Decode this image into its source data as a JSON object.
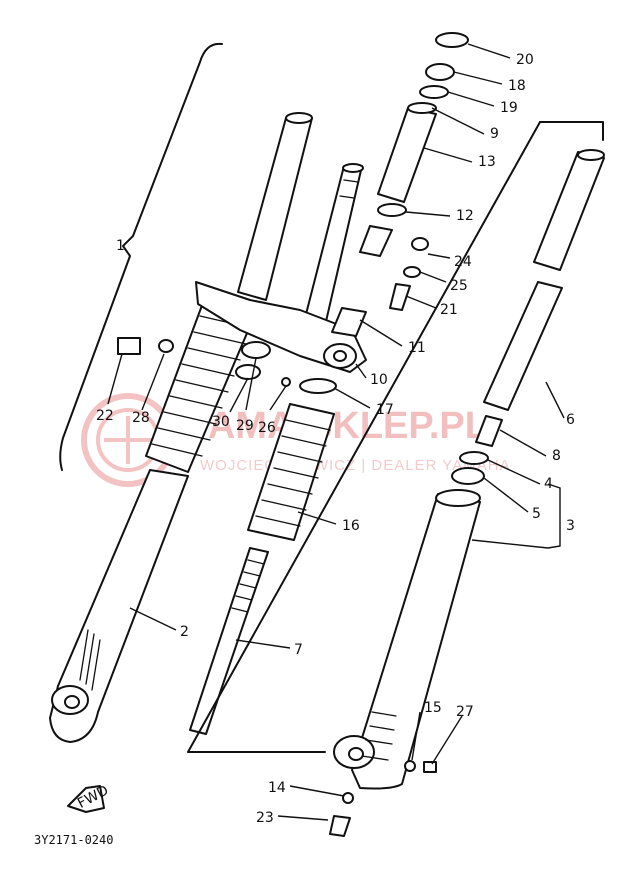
{
  "diagram_code": "3Y2171-0240",
  "fwd_label": "FWD",
  "watermark": {
    "brand": "YAMA-SKLEP.PL",
    "tagline": "WOJCIECH ... WICZ | DEALER YAMAHA"
  },
  "callouts": {
    "n1": "1",
    "n2": "2",
    "n3": "3",
    "n4": "4",
    "n5": "5",
    "n6": "6",
    "n7": "7",
    "n8": "8",
    "n9": "9",
    "n10": "10",
    "n11": "11",
    "n12": "12",
    "n13": "13",
    "n14": "14",
    "n15": "15",
    "n16": "16",
    "n17": "17",
    "n18": "18",
    "n19": "19",
    "n20": "20",
    "n21": "21",
    "n22": "22",
    "n23": "23",
    "n24": "24",
    "n25": "25",
    "n26": "26",
    "n27": "27",
    "n28": "28",
    "n29": "29",
    "n30": "30"
  }
}
